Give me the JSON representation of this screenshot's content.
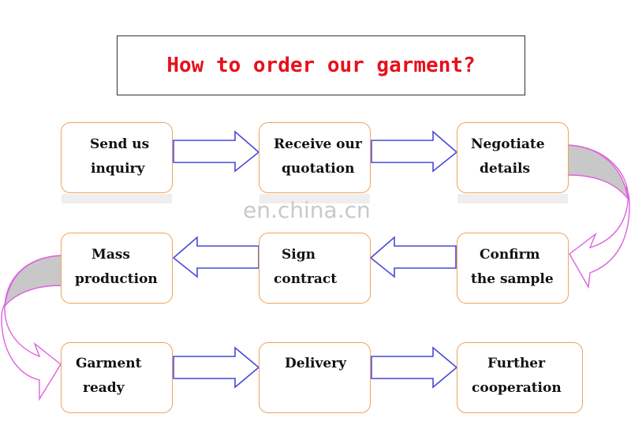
{
  "title": "How to order our garment?",
  "watermark": "en.china.cn",
  "steps": [
    {
      "line1": "Send us",
      "line2": "inquiry"
    },
    {
      "line1": "Receive our",
      "line2": "quotation"
    },
    {
      "line1": "Negotiate",
      "line2": "details"
    },
    {
      "line1": "Confirm",
      "line2": "the sample"
    },
    {
      "line1": "Sign",
      "line2": "contract"
    },
    {
      "line1": "Mass",
      "line2": "production"
    },
    {
      "line1": "Garment",
      "line2": "ready"
    },
    {
      "line1": "Delivery",
      "line2": ""
    },
    {
      "line1": "Further",
      "line2": "cooperation"
    }
  ],
  "colors": {
    "title": "#e8101a",
    "box_border": "#f0a35a",
    "arrow_stroke": "#4848d8",
    "curve_stroke": "#e060e0",
    "curve_fill": "#c8c8c8"
  }
}
